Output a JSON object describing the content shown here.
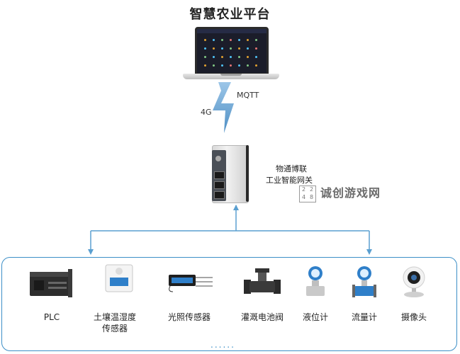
{
  "title": "智慧农业平台",
  "links": {
    "mqtt": "MQTT",
    "cellular": "4G"
  },
  "gateway": {
    "company": "物通博联",
    "subtitle": "工业智能网关"
  },
  "watermark": {
    "badge": [
      "2",
      "2",
      "4",
      "8"
    ],
    "text": "诚创游戏网"
  },
  "devices": [
    {
      "label": "PLC",
      "icon": "plc-icon"
    },
    {
      "label": "土壤温湿度\n传感器",
      "icon": "soil-sensor-icon"
    },
    {
      "label": "光照传感器",
      "icon": "light-sensor-icon"
    },
    {
      "label": "灌溉电池阀",
      "icon": "valve-icon"
    },
    {
      "label": "液位计",
      "icon": "level-gauge-icon"
    },
    {
      "label": "流量计",
      "icon": "flow-meter-icon"
    },
    {
      "label": "摄像头",
      "icon": "camera-icon"
    }
  ],
  "more": "......",
  "colors": {
    "accent": "#3c8fc7",
    "line": "#5a9fd0"
  }
}
